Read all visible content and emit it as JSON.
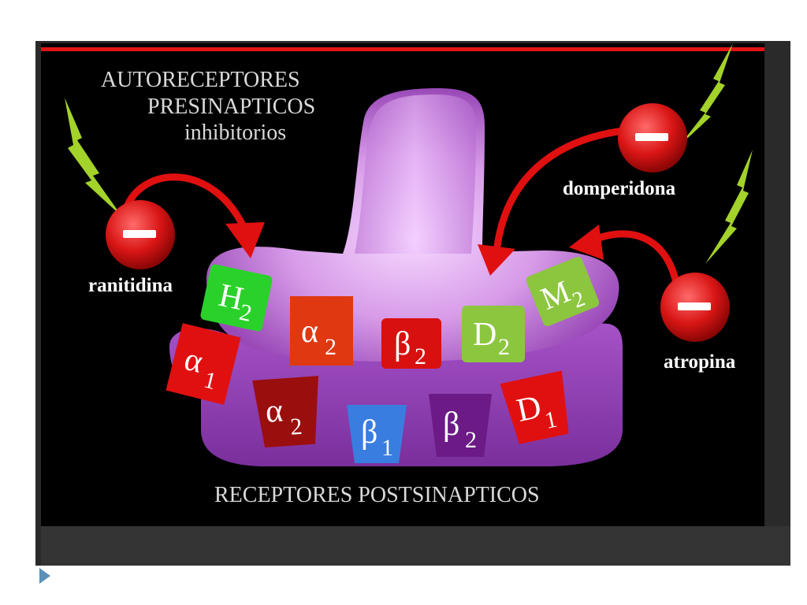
{
  "titles": {
    "presynaptic_line1": "AUTORECEPTORES",
    "presynaptic_line2": "PRESINAPTICOS",
    "presynaptic_line3": "inhibitorios",
    "postsynaptic": "RECEPTORES POSTSINAPTICOS"
  },
  "drugs": {
    "ranitidina": "ranitidina",
    "domperidona": "domperidona",
    "atropina": "atropina"
  },
  "presynaptic_receptors": [
    {
      "symbol": "H",
      "sub": "2"
    },
    {
      "symbol": "α",
      "sub": "2"
    },
    {
      "symbol": "β",
      "sub": "2"
    },
    {
      "symbol": "D",
      "sub": "2"
    },
    {
      "symbol": "M",
      "sub": "2"
    }
  ],
  "postsynaptic_receptors": [
    {
      "symbol": "α",
      "sub": "1"
    },
    {
      "symbol": "α",
      "sub": "2"
    },
    {
      "symbol": "β",
      "sub": "1"
    },
    {
      "symbol": "β",
      "sub": "2"
    },
    {
      "symbol": "D",
      "sub": "1"
    }
  ],
  "colors": {
    "background": "#000000",
    "rule": "#e21414",
    "presynaptic_terminal": "#c27bd8",
    "postsynaptic_membrane": "#8d3fae",
    "inhibition_arrow": "#e01010",
    "lightning": "#a3d22a",
    "H2": "#2bd12b",
    "alpha2_pre": "#e03810",
    "beta2_pre": "#d81010",
    "D2": "#8cc63f",
    "M2": "#8cc63f",
    "alpha1": "#e01010",
    "alpha2_post": "#9b0e0e",
    "beta1": "#3a7de0",
    "beta2_post": "#6b1a86",
    "D1": "#e01010"
  },
  "icons": [
    "minus-sign-icon",
    "lightning-bolt-icon",
    "curved-arrow-icon",
    "next-slide-triangle-icon"
  ]
}
